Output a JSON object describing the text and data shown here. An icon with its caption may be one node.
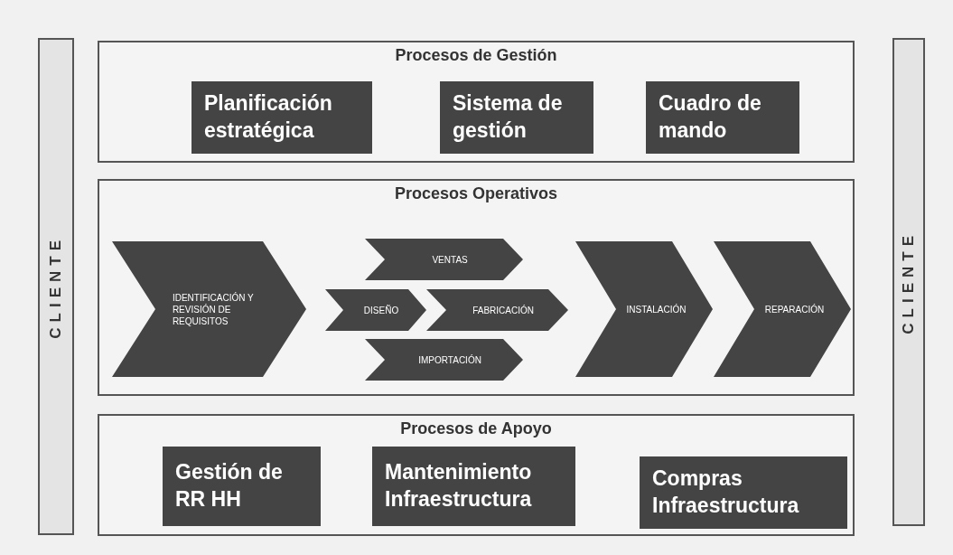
{
  "diagram": {
    "nodes": [
      {
        "text": [
          "CLIENTE"
        ]
      },
      {
        "text": [
          "Procesos de Gestión"
        ]
      },
      {
        "text": [
          "Planificación estratégica"
        ],
        "in": 1
      },
      {
        "text": [
          "Sistema de gestión"
        ],
        "in": 1
      },
      {
        "text": [
          "Cuadro de mando"
        ],
        "in": 1
      },
      {
        "text": [
          "Procesos Operativos"
        ]
      },
      {
        "text": [
          "IDENTIFICACIÓN Y REVISIÓN DE REQUISITOS"
        ],
        "in": 5
      },
      {
        "text": [
          "VENTAS"
        ],
        "in": 5
      },
      {
        "text": [
          "DISEÑO"
        ],
        "in": 5
      },
      {
        "text": [
          "FABRICACIÓN"
        ],
        "in": 5
      },
      {
        "text": [
          "IMPORTACIÓN"
        ],
        "in": 5
      },
      {
        "text": [
          "INSTALACIÓN"
        ],
        "in": 5
      },
      {
        "text": [
          "REPARACIÓN"
        ],
        "in": 5
      },
      {
        "text": [
          "Procesos de Apoyo"
        ]
      },
      {
        "text": [
          "Gestión de RR HH"
        ],
        "in": 13
      },
      {
        "text": [
          "Mantenimiento Infraestructura"
        ],
        "in": 13
      },
      {
        "text": [
          "Compras Infraestructura"
        ],
        "in": 13
      },
      {
        "text": [
          "CLIENTE"
        ]
      }
    ],
    "edges": []
  }
}
